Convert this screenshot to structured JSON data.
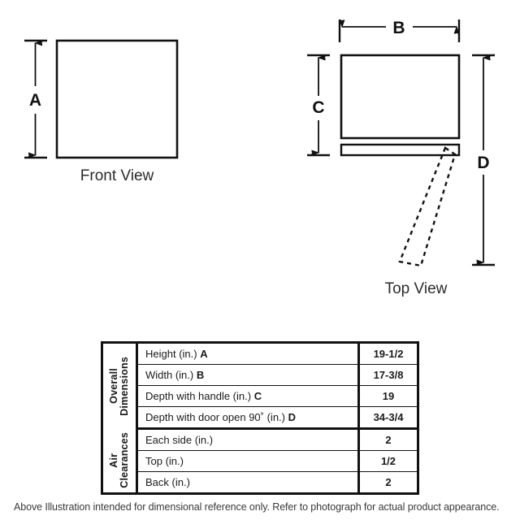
{
  "views": {
    "front": {
      "label": "Front View",
      "dimension_letter": "A"
    },
    "top": {
      "label": "Top View",
      "dimension_letters": {
        "width": "B",
        "depth": "C",
        "depth_open": "D"
      }
    }
  },
  "table": {
    "sections": [
      {
        "name": "Overall\nDimensions",
        "rows": [
          {
            "label": "Height (in.)",
            "letter": "A",
            "value": "19-1/2"
          },
          {
            "label": "Width (in.)",
            "letter": "B",
            "value": "17-3/8"
          },
          {
            "label": "Depth with handle (in.)",
            "letter": "C",
            "value": "19"
          },
          {
            "label": "Depth with door open 90˚ (in.)",
            "letter": "D",
            "value": "34-3/4"
          }
        ]
      },
      {
        "name": "Air\nClearances",
        "rows": [
          {
            "label": "Each side (in.)",
            "letter": "",
            "value": "2"
          },
          {
            "label": "Top (in.)",
            "letter": "",
            "value": "1/2"
          },
          {
            "label": "Back (in.)",
            "letter": "",
            "value": "2"
          }
        ]
      }
    ]
  },
  "footer": {
    "note": "Above Illustration intended for dimensional reference only. Refer to photograph for actual product appearance."
  },
  "colors": {
    "line": "#111111",
    "text": "#1a1a1a",
    "footer_text": "#3a3a3a",
    "background": "#ffffff"
  }
}
